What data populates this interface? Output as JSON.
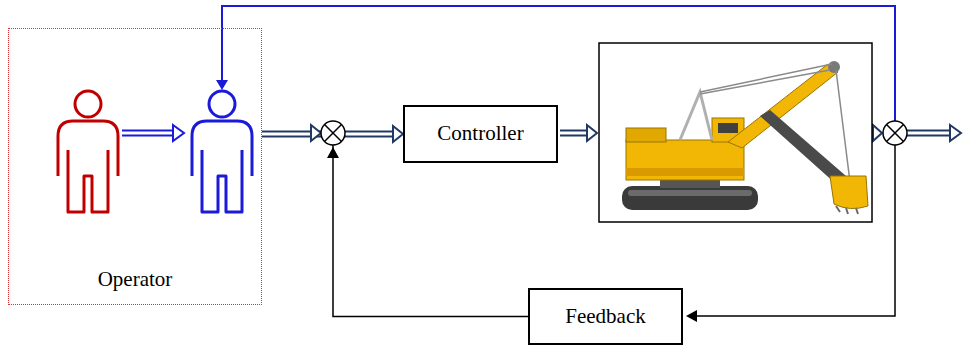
{
  "diagram": {
    "nodes": [
      {
        "text": [
          "Operator"
        ]
      },
      {
        "text": [
          "Controller"
        ]
      },
      {
        "text": [
          "Feedback"
        ]
      }
    ],
    "edges": [
      {
        "from": 0,
        "to": 1,
        "arrow": "to"
      },
      {
        "from": 2,
        "to": 1,
        "arrow": "to"
      }
    ]
  }
}
